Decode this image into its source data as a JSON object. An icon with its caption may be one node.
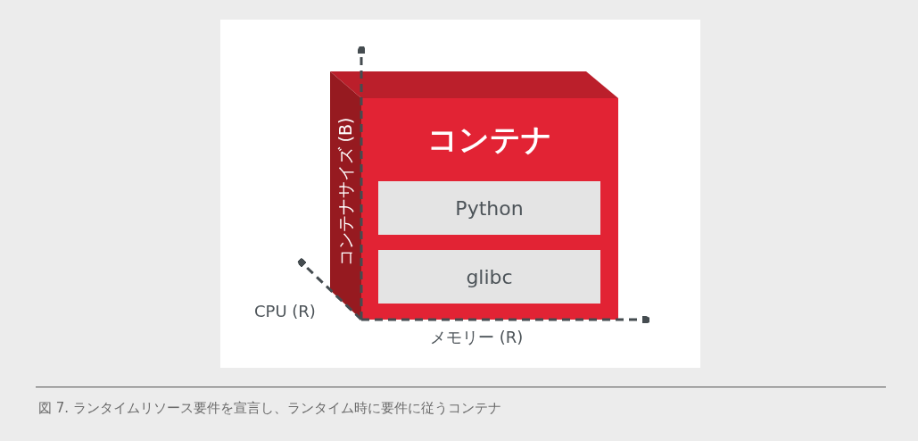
{
  "diagram": {
    "caption": "図 7. ランタイムリソース要件を宣言し、ランタイム時に要件に従うコンテナ",
    "nodes": [
      {
        "text": [
          "コンテナ"
        ]
      },
      {
        "text": [
          "Python"
        ],
        "in": 0
      },
      {
        "text": [
          "glibc"
        ],
        "in": 0
      }
    ],
    "edges": [],
    "labels": [
      "コンテナサイズ (B)",
      "CPU (R)",
      "メモリー (R)"
    ]
  }
}
